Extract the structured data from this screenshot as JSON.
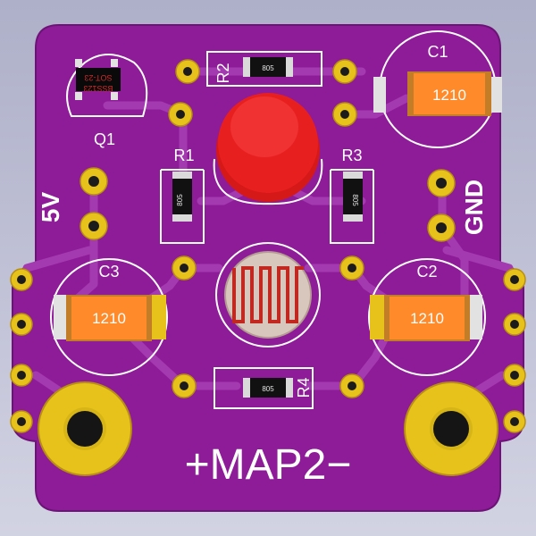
{
  "board": {
    "title": "+MAP2−",
    "colors": {
      "soldermask": "#8e1c98",
      "silkscreen": "#ffffff",
      "pads": "#e7c21a",
      "capacitor": "#ff8a2a",
      "led": "#e61d1d",
      "background": "#b8bad0"
    }
  },
  "labels": {
    "q1": "Q1",
    "r1": "R1",
    "r2": "R2",
    "r3": "R3",
    "r4": "R4",
    "c1": "C1",
    "c2": "C2",
    "c3": "C3",
    "v5": "5V",
    "gnd": "GND"
  },
  "parts": {
    "cap_size": "1210",
    "res_size": "805",
    "q1_marking": "SOT-23",
    "q1_code": "BSS123"
  }
}
